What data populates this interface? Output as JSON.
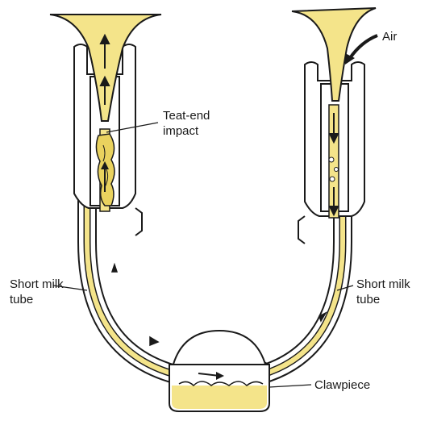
{
  "labels": {
    "air": "Air",
    "teat_end_line1": "Teat-end",
    "teat_end_line2": "impact",
    "short_milk_left_line1": "Short milk",
    "short_milk_left_line2": "tube",
    "short_milk_right_line1": "Short milk",
    "short_milk_right_line2": "tube",
    "clawpiece": "Clawpiece"
  },
  "colors": {
    "milk": "#f4e48a",
    "milk_dark": "#e9d25e",
    "outline": "#1a1a1a",
    "rubber": "#ffffff",
    "background": "#ffffff"
  }
}
